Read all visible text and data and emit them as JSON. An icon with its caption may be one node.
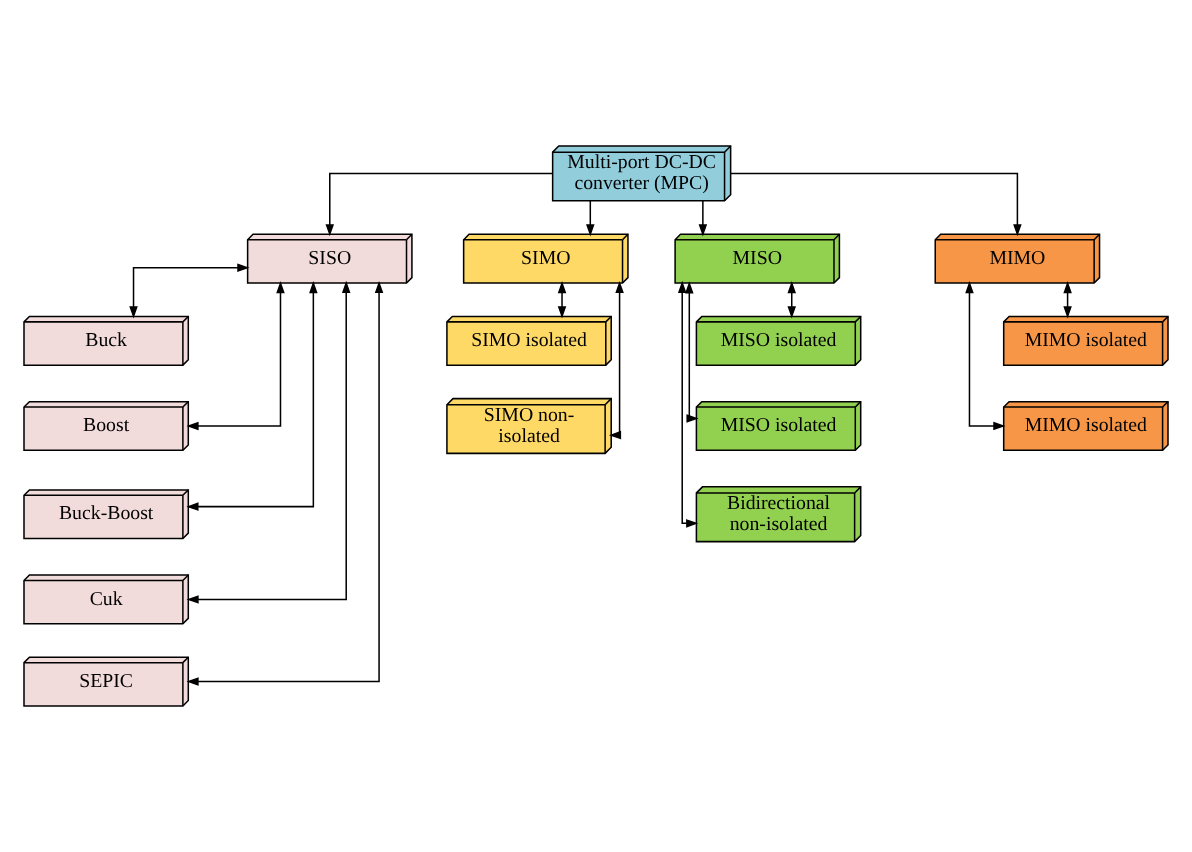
{
  "diagram": {
    "nodes": [
      {
        "text": [
          "Multi-port DC-DC converter (MPC)"
        ]
      },
      {
        "text": [
          "SISO"
        ]
      },
      {
        "text": [
          "Buck"
        ]
      },
      {
        "text": [
          "Boost"
        ]
      },
      {
        "text": [
          "Buck-Boost"
        ]
      },
      {
        "text": [
          "Cuk"
        ]
      },
      {
        "text": [
          "SEPIC"
        ]
      },
      {
        "text": [
          "SIMO"
        ]
      },
      {
        "text": [
          "SIMO isolated"
        ]
      },
      {
        "text": [
          "SIMO non-isolated"
        ]
      },
      {
        "text": [
          "MISO"
        ]
      },
      {
        "text": [
          "MISO isolated"
        ]
      },
      {
        "text": [
          "MISO isolated"
        ]
      },
      {
        "text": [
          "Bidirectional non-isolated"
        ]
      },
      {
        "text": [
          "MIMO"
        ]
      },
      {
        "text": [
          "MIMO isolated"
        ]
      },
      {
        "text": [
          "MIMO isolated"
        ]
      }
    ],
    "edges": [
      {
        "from": 0,
        "to": 1,
        "arrow": "to"
      },
      {
        "from": 0,
        "to": 7,
        "arrow": "to"
      },
      {
        "from": 0,
        "to": 10,
        "arrow": "to"
      },
      {
        "from": 0,
        "to": 14,
        "arrow": "to"
      },
      {
        "from": 1,
        "to": 2,
        "arrow": "both"
      },
      {
        "from": 1,
        "to": 3,
        "arrow": "both"
      },
      {
        "from": 1,
        "to": 4,
        "arrow": "both"
      },
      {
        "from": 1,
        "to": 5,
        "arrow": "both"
      },
      {
        "from": 1,
        "to": 6,
        "arrow": "both"
      },
      {
        "from": 7,
        "to": 8,
        "arrow": "both"
      },
      {
        "from": 7,
        "to": 9,
        "arrow": "both"
      },
      {
        "from": 10,
        "to": 11,
        "arrow": "both"
      },
      {
        "from": 10,
        "to": 12,
        "arrow": "both"
      },
      {
        "from": 10,
        "to": 13,
        "arrow": "both"
      },
      {
        "from": 14,
        "to": 15,
        "arrow": "both"
      },
      {
        "from": 14,
        "to": 16,
        "arrow": "both"
      }
    ]
  }
}
